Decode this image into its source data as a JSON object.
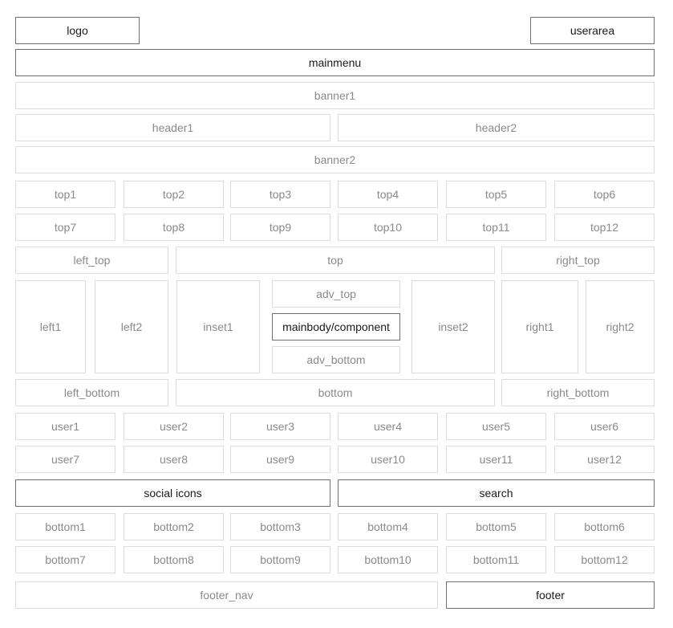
{
  "positions": {
    "logo": "logo",
    "userarea": "userarea",
    "mainmenu": "mainmenu",
    "banner1": "banner1",
    "header1": "header1",
    "header2": "header2",
    "banner2": "banner2",
    "top_row1": [
      "top1",
      "top2",
      "top3",
      "top4",
      "top5",
      "top6"
    ],
    "top_row2": [
      "top7",
      "top8",
      "top9",
      "top10",
      "top11",
      "top12"
    ],
    "left_top": "left_top",
    "top": "top",
    "right_top": "right_top",
    "left1": "left1",
    "left2": "left2",
    "inset1": "inset1",
    "adv_top": "adv_top",
    "mainbody": "mainbody/component",
    "adv_bottom": "adv_bottom",
    "inset2": "inset2",
    "right1": "right1",
    "right2": "right2",
    "left_bottom": "left_bottom",
    "bottom": "bottom",
    "right_bottom": "right_bottom",
    "user_row1": [
      "user1",
      "user2",
      "user3",
      "user4",
      "user5",
      "user6"
    ],
    "user_row2": [
      "user7",
      "user8",
      "user9",
      "user10",
      "user11",
      "user12"
    ],
    "social_icons": "social icons",
    "search": "search",
    "bottom_row1": [
      "bottom1",
      "bottom2",
      "bottom3",
      "bottom4",
      "bottom5",
      "bottom6"
    ],
    "bottom_row2": [
      "bottom7",
      "bottom8",
      "bottom9",
      "bottom10",
      "bottom11",
      "bottom12"
    ],
    "footer_nav": "footer_nav",
    "footer": "footer"
  }
}
